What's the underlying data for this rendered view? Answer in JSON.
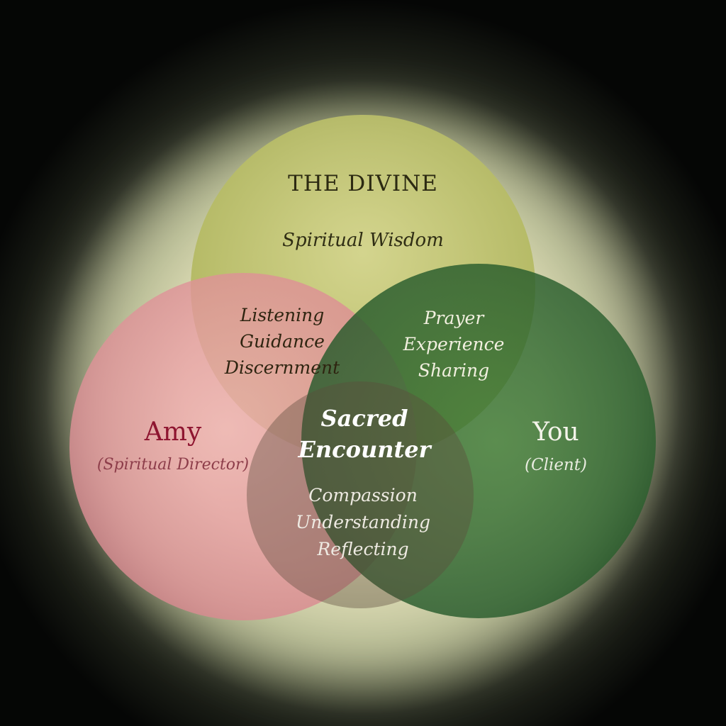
{
  "diagram": {
    "divine": {
      "title": "THE DIVINE",
      "subtitle": "Spiritual Wisdom"
    },
    "amy": {
      "name": "Amy",
      "role": "(Spiritual Director)"
    },
    "you": {
      "name": "You",
      "role": "(Client)"
    },
    "overlaps": {
      "amy_divine": [
        "Listening",
        "Guidance",
        "Discernment"
      ],
      "you_divine": [
        "Prayer",
        "Experience",
        "Sharing"
      ],
      "center": [
        "Sacred",
        "Encounter"
      ],
      "amy_you": [
        "Compassion",
        "Understanding",
        "Reflecting"
      ]
    }
  },
  "colors": {
    "background": "#000000",
    "glow": "#e8e6b0",
    "divine_circle": "#c6c874",
    "amy_circle": "#e59aa0",
    "you_circle": "#2f6a2c",
    "amy_label": "#8e1530"
  }
}
